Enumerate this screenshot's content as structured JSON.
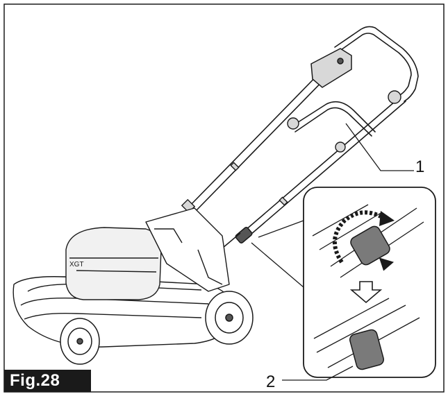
{
  "figure": {
    "label": "Fig.28",
    "callouts": [
      {
        "number": "1"
      },
      {
        "number": "2"
      }
    ],
    "colors": {
      "line": "#1a1a1a",
      "label_bg": "#1a1a1a",
      "label_text": "#ffffff",
      "part_fill": "#d8d8d8",
      "dark_part": "#555555"
    },
    "icons": [
      "rotation-arrow-icon",
      "down-arrow-icon"
    ]
  }
}
